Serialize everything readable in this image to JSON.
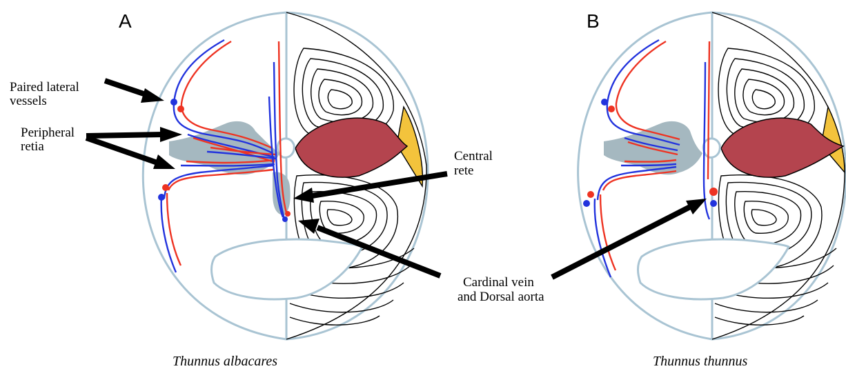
{
  "panels": [
    {
      "letter": "A",
      "caption": "Thunnus albacares"
    },
    {
      "letter": "B",
      "caption": "Thunnus thunnus"
    }
  ],
  "labels": {
    "paired_lateral_1": "Paired lateral",
    "paired_lateral_2": "vessels",
    "peripheral_1": "Peripheral",
    "peripheral_2": "retia",
    "central_1": "Central",
    "central_2": "rete",
    "cardinal_1": "Cardinal vein",
    "cardinal_2": "and Dorsal aorta"
  },
  "colors": {
    "vein": "#2233dd",
    "artery": "#ee3322",
    "dark_muscle": "#b4444e",
    "rete_tissue": "#a5b8c0",
    "outline": "#a9c4d3",
    "yellow_region": "#f3c33c"
  }
}
